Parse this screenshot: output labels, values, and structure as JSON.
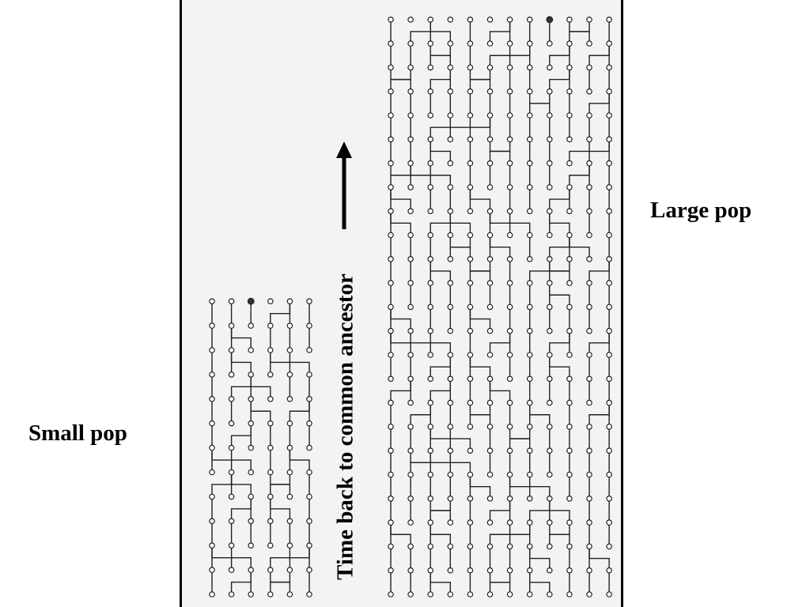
{
  "labels": {
    "small_pop": "Small pop",
    "large_pop": "Large pop",
    "time_axis": "Time back to common ancestor"
  },
  "colors": {
    "panel_background": "#f3f3f3",
    "line": "#222222",
    "node_fill": "#ffffff",
    "ancestor_fill": "#333333"
  },
  "small_pop": {
    "individuals": 6,
    "generations": 13,
    "common_ancestor_column": 3
  },
  "large_pop": {
    "individuals": 12,
    "generations": 25,
    "common_ancestor_column": 9
  }
}
